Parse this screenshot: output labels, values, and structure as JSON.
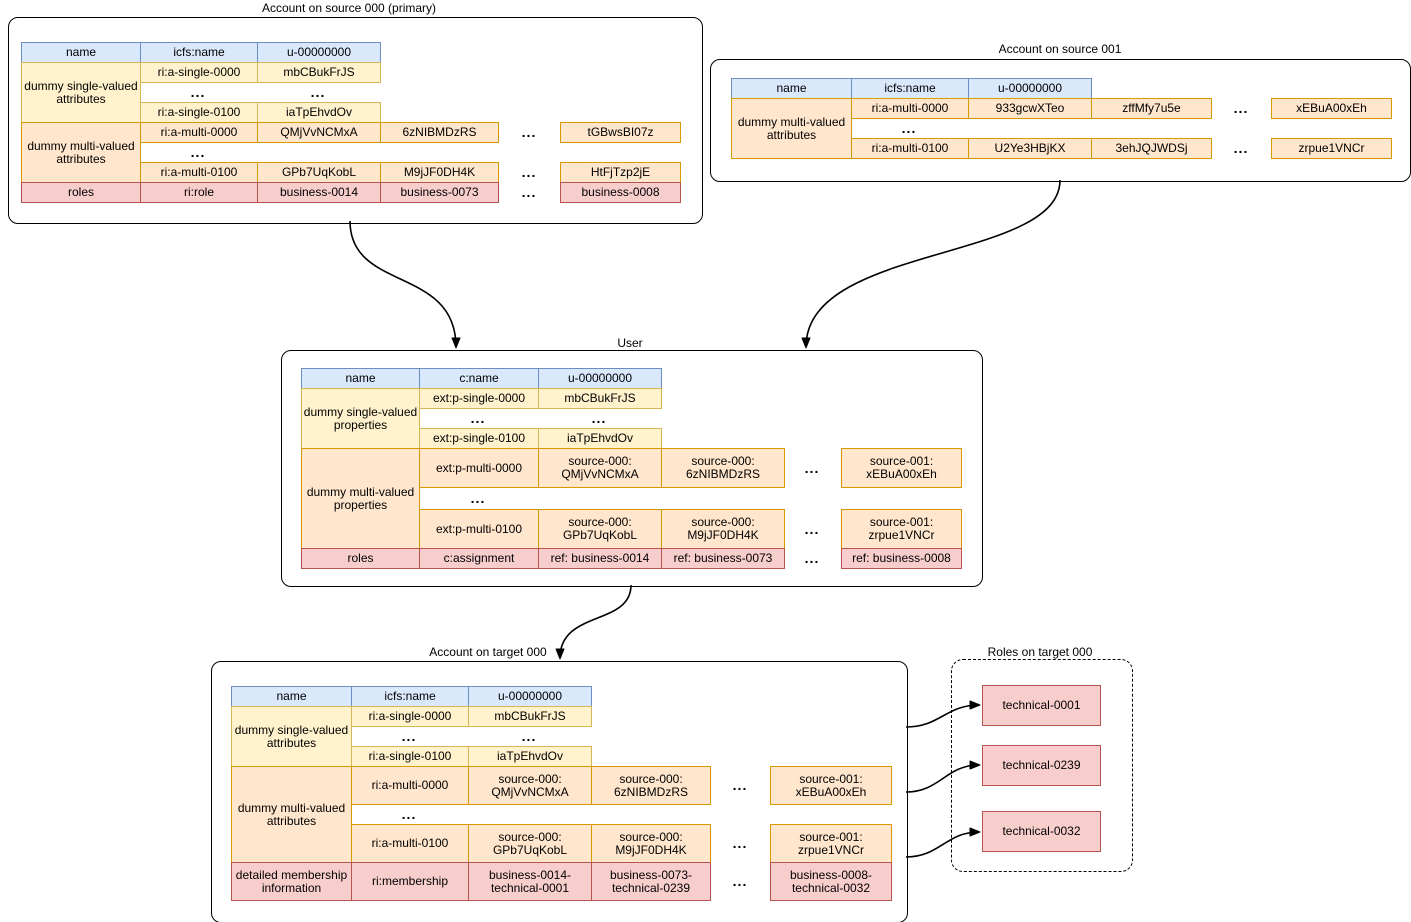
{
  "ellipsis": "...",
  "source000": {
    "title": "Account on source 000 (primary)",
    "header": [
      "name",
      "icfs:name",
      "u-00000000"
    ],
    "single_label": "dummy single-valued attributes",
    "multi_label": "dummy multi-valued attributes",
    "roles_label": "roles",
    "single_rows": [
      {
        "key": "ri:a-single-0000",
        "value": "mbCBukFrJS"
      },
      {
        "key": "ri:a-single-0100",
        "value": "iaTpEhvdOv"
      }
    ],
    "multi_rows": [
      {
        "key": "ri:a-multi-0000",
        "values": [
          "QMjVvNCMxA",
          "6zNIBMDzRS",
          "tGBwsBI07z"
        ]
      },
      {
        "key": "ri:a-multi-0100",
        "values": [
          "GPb7UqKobL",
          "M9jJF0DH4K",
          "HtFjTzp2jE"
        ]
      }
    ],
    "roles_row": {
      "key": "ri:role",
      "values": [
        "business-0014",
        "business-0073",
        "business-0008"
      ]
    }
  },
  "source001": {
    "title": "Account on source 001",
    "header": [
      "name",
      "icfs:name",
      "u-00000000"
    ],
    "multi_label": "dummy multi-valued attributes",
    "multi_rows": [
      {
        "key": "ri:a-multi-0000",
        "values": [
          "933gcwXTeo",
          "zffMfy7u5e",
          "xEBuA00xEh"
        ]
      },
      {
        "key": "ri:a-multi-0100",
        "values": [
          "U2Ye3HBjKX",
          "3ehJQJWDSj",
          "zrpue1VNCr"
        ]
      }
    ]
  },
  "user": {
    "title": "User",
    "header": [
      "name",
      "c:name",
      "u-00000000"
    ],
    "single_label": "dummy single-valued properties",
    "multi_label": "dummy multi-valued properties",
    "roles_label": "roles",
    "single_rows": [
      {
        "key": "ext:p-single-0000",
        "value": "mbCBukFrJS"
      },
      {
        "key": "ext:p-single-0100",
        "value": "iaTpEhvdOv"
      }
    ],
    "multi_rows": [
      {
        "key": "ext:p-multi-0000",
        "values": [
          {
            "l1": "source-000:",
            "l2": "QMjVvNCMxA"
          },
          {
            "l1": "source-000:",
            "l2": "6zNIBMDzRS"
          },
          {
            "l1": "source-001:",
            "l2": "xEBuA00xEh"
          }
        ]
      },
      {
        "key": "ext:p-multi-0100",
        "values": [
          {
            "l1": "source-000:",
            "l2": "GPb7UqKobL"
          },
          {
            "l1": "source-000:",
            "l2": "M9jJF0DH4K"
          },
          {
            "l1": "source-001:",
            "l2": "zrpue1VNCr"
          }
        ]
      }
    ],
    "roles_row": {
      "key": "c:assignment",
      "values": [
        "ref: business-0014",
        "ref: business-0073",
        "ref: business-0008"
      ]
    }
  },
  "target000": {
    "title": "Account on target 000",
    "header": [
      "name",
      "icfs:name",
      "u-00000000"
    ],
    "single_label": "dummy single-valued attributes",
    "multi_label": "dummy multi-valued attributes",
    "membership_label": "detailed membership information",
    "single_rows": [
      {
        "key": "ri:a-single-0000",
        "value": "mbCBukFrJS"
      },
      {
        "key": "ri:a-single-0100",
        "value": "iaTpEhvdOv"
      }
    ],
    "multi_rows": [
      {
        "key": "ri:a-multi-0000",
        "values": [
          {
            "l1": "source-000:",
            "l2": "QMjVvNCMxA"
          },
          {
            "l1": "source-000:",
            "l2": "6zNIBMDzRS"
          },
          {
            "l1": "source-001:",
            "l2": "xEBuA00xEh"
          }
        ]
      },
      {
        "key": "ri:a-multi-0100",
        "values": [
          {
            "l1": "source-000:",
            "l2": "GPb7UqKobL"
          },
          {
            "l1": "source-000:",
            "l2": "M9jJF0DH4K"
          },
          {
            "l1": "source-001:",
            "l2": "zrpue1VNCr"
          }
        ]
      }
    ],
    "membership_row": {
      "key": "ri:membership",
      "values": [
        {
          "l1": "business-0014-",
          "l2": "technical-0001"
        },
        {
          "l1": "business-0073-",
          "l2": "technical-0239"
        },
        {
          "l1": "business-0008-",
          "l2": "technical-0032"
        }
      ]
    }
  },
  "rolesTarget": {
    "title": "Roles on target 000",
    "items": [
      "technical-0001",
      "technical-0239",
      "technical-0032"
    ]
  },
  "colors": {
    "header_fill": "#dae8fc",
    "header_stroke": "#6c8ebf",
    "single_fill": "#fff2cc",
    "single_stroke": "#d6b656",
    "multi_fill": "#ffe6cc",
    "multi_stroke": "#d79b00",
    "roles_fill": "#f8cecc",
    "roles_stroke": "#b85450",
    "line": "#000000"
  }
}
